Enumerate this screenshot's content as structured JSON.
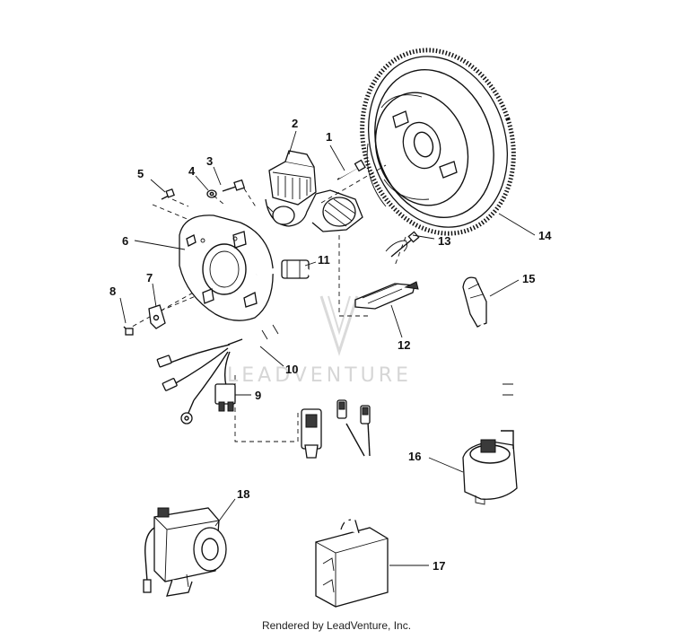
{
  "diagram": {
    "callouts": [
      {
        "id": "1",
        "label": "1"
      },
      {
        "id": "2",
        "label": "2"
      },
      {
        "id": "3",
        "label": "3"
      },
      {
        "id": "4",
        "label": "4"
      },
      {
        "id": "5",
        "label": "5"
      },
      {
        "id": "6",
        "label": "6"
      },
      {
        "id": "7",
        "label": "7"
      },
      {
        "id": "8",
        "label": "8"
      },
      {
        "id": "9",
        "label": "9"
      },
      {
        "id": "10",
        "label": "10"
      },
      {
        "id": "11",
        "label": "11"
      },
      {
        "id": "12",
        "label": "12"
      },
      {
        "id": "13",
        "label": "13"
      },
      {
        "id": "14",
        "label": "14"
      },
      {
        "id": "15",
        "label": "15"
      },
      {
        "id": "16",
        "label": "16"
      },
      {
        "id": "17",
        "label": "17"
      },
      {
        "id": "18",
        "label": "18"
      }
    ],
    "watermark": "LEADVENTURE",
    "caption": "Rendered by LeadVenture, Inc."
  }
}
